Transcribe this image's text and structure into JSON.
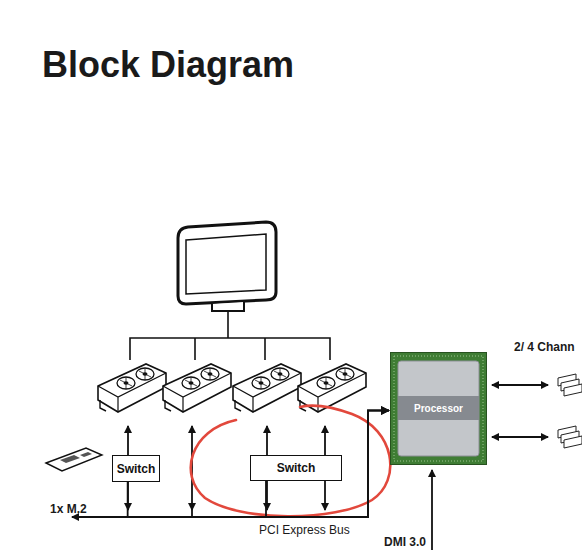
{
  "diagram": {
    "title": "Block Diagram",
    "nodes": [
      {
        "text": [
          "Switch"
        ]
      },
      {
        "text": [
          "Switch"
        ]
      },
      {
        "text": [
          "Processor"
        ]
      }
    ],
    "edges": [
      {
        "from": 0,
        "to": 2,
        "arrow": "to"
      },
      {
        "from": 1,
        "to": 2,
        "arrow": "to"
      }
    ],
    "labels": [
      "2/ 4 Chann",
      "1x M.2",
      "PCI Express Bus",
      "DMI 3.0"
    ]
  }
}
